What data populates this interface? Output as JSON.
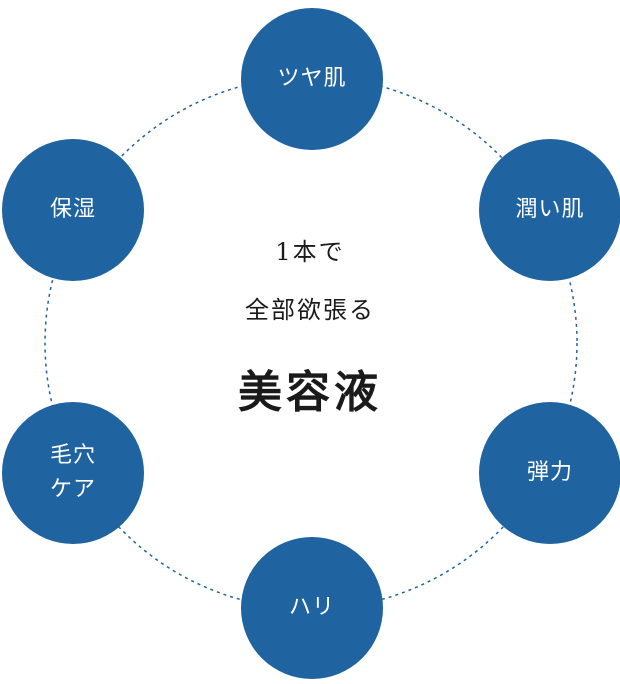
{
  "center": {
    "line1": "1本で",
    "line2": "全部欲張る",
    "line3": "美容液"
  },
  "nodes": [
    {
      "id": "tsuya",
      "lines": [
        "ツヤ肌"
      ]
    },
    {
      "id": "uruoi",
      "lines": [
        "潤い肌"
      ]
    },
    {
      "id": "danryoku",
      "lines": [
        "弾力"
      ]
    },
    {
      "id": "hari",
      "lines": [
        "ハリ"
      ]
    },
    {
      "id": "keana",
      "lines": [
        "毛穴",
        "ケア"
      ]
    },
    {
      "id": "hoshitsu",
      "lines": [
        "保湿"
      ]
    }
  ],
  "colors": {
    "node_fill": "#1f63a1",
    "node_text": "#ffffff",
    "ring_stroke": "#1f63a1",
    "center_text": "#1a1a1a"
  }
}
